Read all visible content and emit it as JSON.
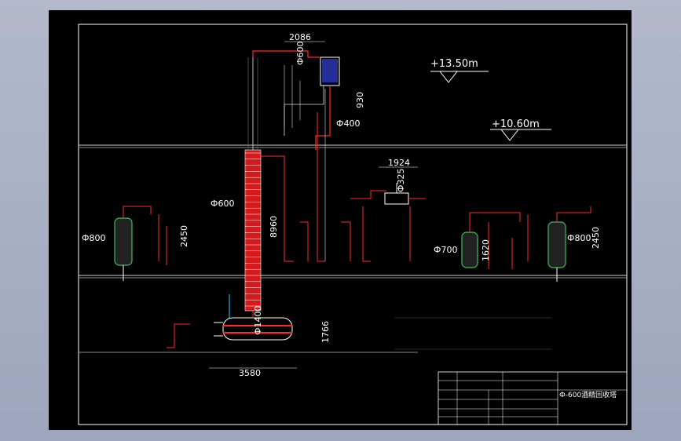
{
  "drawing": {
    "title": "Ф-600酒精回收塔",
    "elevations": [
      "+13.50m",
      "+10.60m"
    ],
    "dimensions": {
      "top_span": "2086",
      "top_condenser_dia": "Ф600",
      "top_condenser_h": "930",
      "vapor_pipe_dia": "Ф400",
      "column_dia": "Ф600",
      "column_height": "8960",
      "reboiler_dia": "Ф1400",
      "reboiler_height": "1766",
      "reboiler_width": "3580",
      "exch_span": "1924",
      "exch_dia": "Ф325",
      "left_tank_dia": "Ф800",
      "left_tank_h": "2450",
      "mid_tank_dia": "Ф700",
      "mid_tank_h": "1620",
      "right_tank_dia": "Ф800",
      "right_tank_h": "2450"
    }
  },
  "colors": {
    "frame": "#ffffff",
    "pipe_red": "#ff2a2a",
    "pipe_blue": "#4a5cff",
    "tank_green": "#3fbf5a",
    "cyan": "#22d0ff"
  }
}
